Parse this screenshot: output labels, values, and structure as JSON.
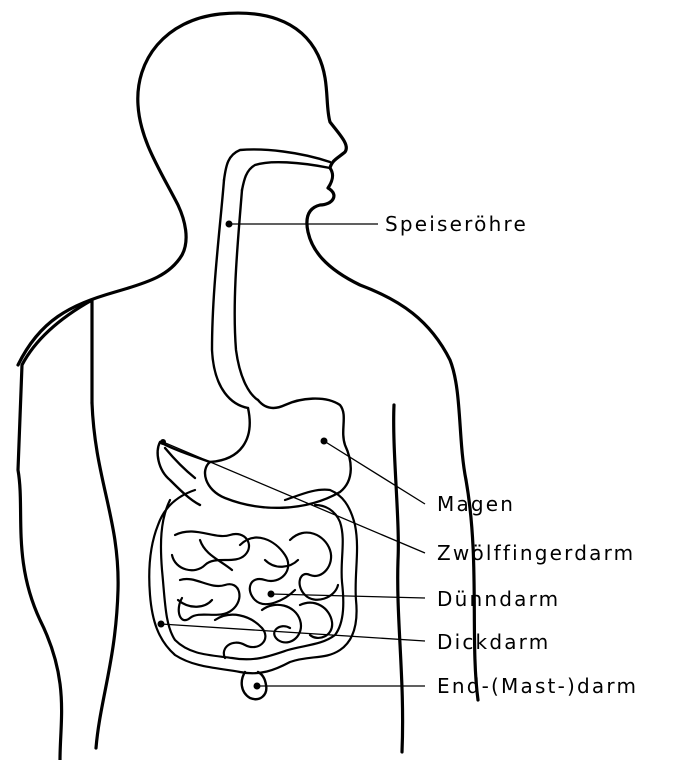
{
  "labels": {
    "esophagus": "Speiseröhre",
    "stomach": "Magen",
    "duodenum": "Zwölffingerdarm",
    "small_intestine": "Dünndarm",
    "large_intestine": "Dickdarm",
    "rectum": "End-(Mast-)darm"
  },
  "colors": {
    "line": "#000000",
    "background": "#ffffff"
  }
}
